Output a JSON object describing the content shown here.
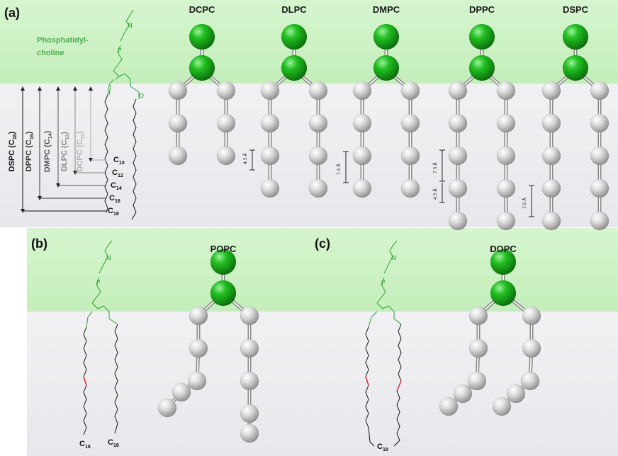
{
  "panels": {
    "a": "(a)",
    "b": "(b)",
    "c": "(c)"
  },
  "head_group_label": [
    "Phosphatidyl-",
    "choline"
  ],
  "lipids_a": [
    {
      "name": "DCPC",
      "beads": 3
    },
    {
      "name": "DLPC",
      "beads": 4
    },
    {
      "name": "DMPC",
      "beads": 4
    },
    {
      "name": "DPPC",
      "beads": 5
    },
    {
      "name": "DSPC",
      "beads": 5
    }
  ],
  "tail_lengths": [
    {
      "label": "DSPC (C",
      "sub": "18",
      "carbon": "C",
      "csub": "18",
      "color": "#111111"
    },
    {
      "label": "DPPC (C",
      "sub": "16",
      "carbon": "C",
      "csub": "16",
      "color": "#333333"
    },
    {
      "label": "DMPC (C",
      "sub": "14",
      "carbon": "C",
      "csub": "14",
      "color": "#555555"
    },
    {
      "label": "DLPC (C",
      "sub": "12",
      "carbon": "C",
      "csub": "12",
      "color": "#888888"
    },
    {
      "label": "DCPC (C",
      "sub": "10",
      "carbon": "C",
      "csub": "10",
      "color": "#b0b0b0"
    }
  ],
  "dimensions": {
    "dlpc": "4.5 Å",
    "dmpc": "7.5 Å",
    "dppc_upper": "7.5 Å",
    "dppc_lower": "4.5 Å",
    "dspc": "7.5 Å"
  },
  "atoms": {
    "nitrogen": "N",
    "nitrogen_charge": "+",
    "phosphorus": "P",
    "oxygen": "O",
    "oxygen_minus": "-O"
  },
  "panel_b": {
    "name": "POPC",
    "tail_labels": [
      {
        "carbon": "C",
        "sub": "18"
      },
      {
        "carbon": "C",
        "sub": "16"
      }
    ]
  },
  "panel_c": {
    "name": "DOPC",
    "tail_labels": [
      {
        "carbon": "C",
        "sub": "18"
      }
    ]
  },
  "colors": {
    "head_bead": "#1fae1f",
    "tail_bead": "#d0d0d0",
    "headgroup_chem": "#2e9e2e",
    "double_bond": "#e02020",
    "water_band": "#c8f0c0",
    "membrane_band": "#eeeef2"
  }
}
